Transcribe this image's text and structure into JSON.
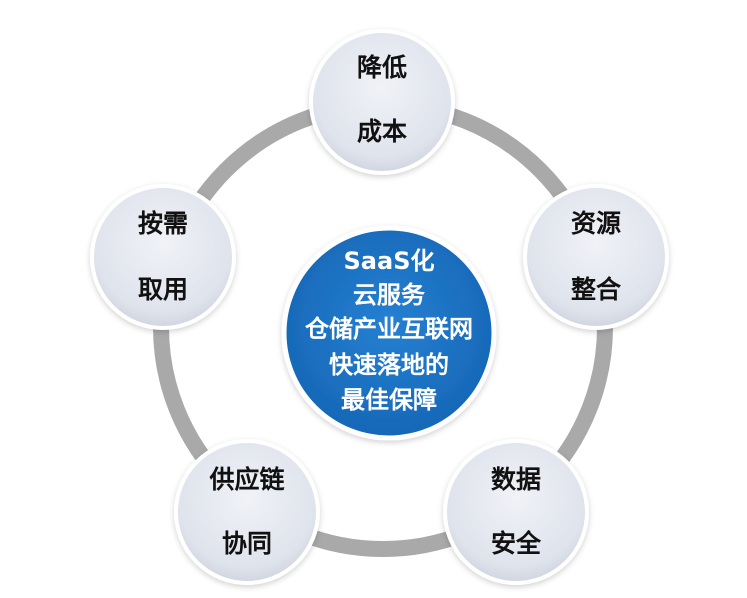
{
  "center": {
    "lines": [
      "SaaS化",
      "云服务",
      "仓储产业互联网",
      "快速落地的",
      "最佳保障"
    ]
  },
  "nodes": [
    {
      "line1": "降低",
      "line2": "成本"
    },
    {
      "line1": "资源",
      "line2": "整合"
    },
    {
      "line1": "数据",
      "line2": "安全"
    },
    {
      "line1": "供应链",
      "line2": "协同"
    },
    {
      "line1": "按需",
      "line2": "取用"
    }
  ],
  "colors": {
    "ring": "#a9a9a9",
    "node_fill": "#e3e6ee",
    "node_edge": "#ffffff",
    "center_fill": "#1f74c4",
    "center_edge": "#ffffff",
    "center_text": "#ffffff",
    "node_text": "#111111"
  }
}
